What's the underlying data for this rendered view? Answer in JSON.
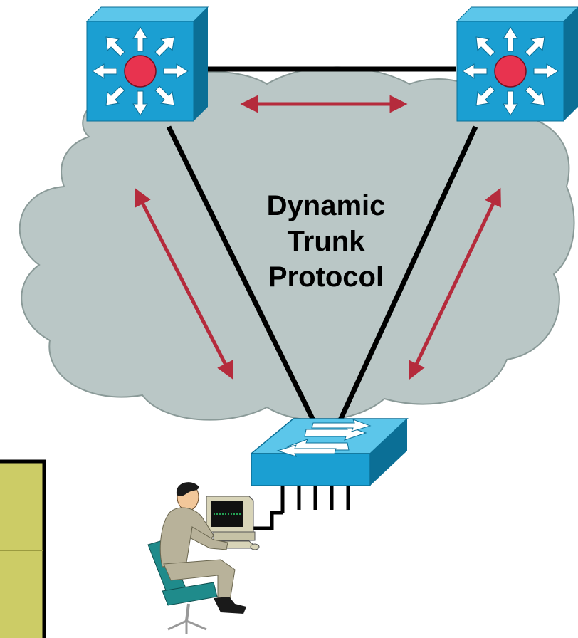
{
  "diagram": {
    "label_lines": [
      "Dynamic",
      "Trunk",
      "Protocol"
    ]
  },
  "colors": {
    "cloud_fill": "#bac7c6",
    "cloud_stroke": "#8a9a98",
    "switch_blue": "#1b9fd2",
    "switch_blue_light": "#5cc6ea",
    "switch_blue_dark": "#0b6f96",
    "router_hub": "#e8334f",
    "arrow_red": "#b52b3c",
    "link_black": "#000000",
    "panel_fill": "#cccc66",
    "monitor_body": "#d8d4b8",
    "suit": "#b8b29a",
    "chair": "#1f8b8b"
  },
  "icons": {
    "left_device": "multilayer-switch-icon",
    "right_device": "multilayer-switch-icon",
    "bottom_device": "workgroup-switch-icon",
    "person": "admin-at-workstation-icon"
  }
}
